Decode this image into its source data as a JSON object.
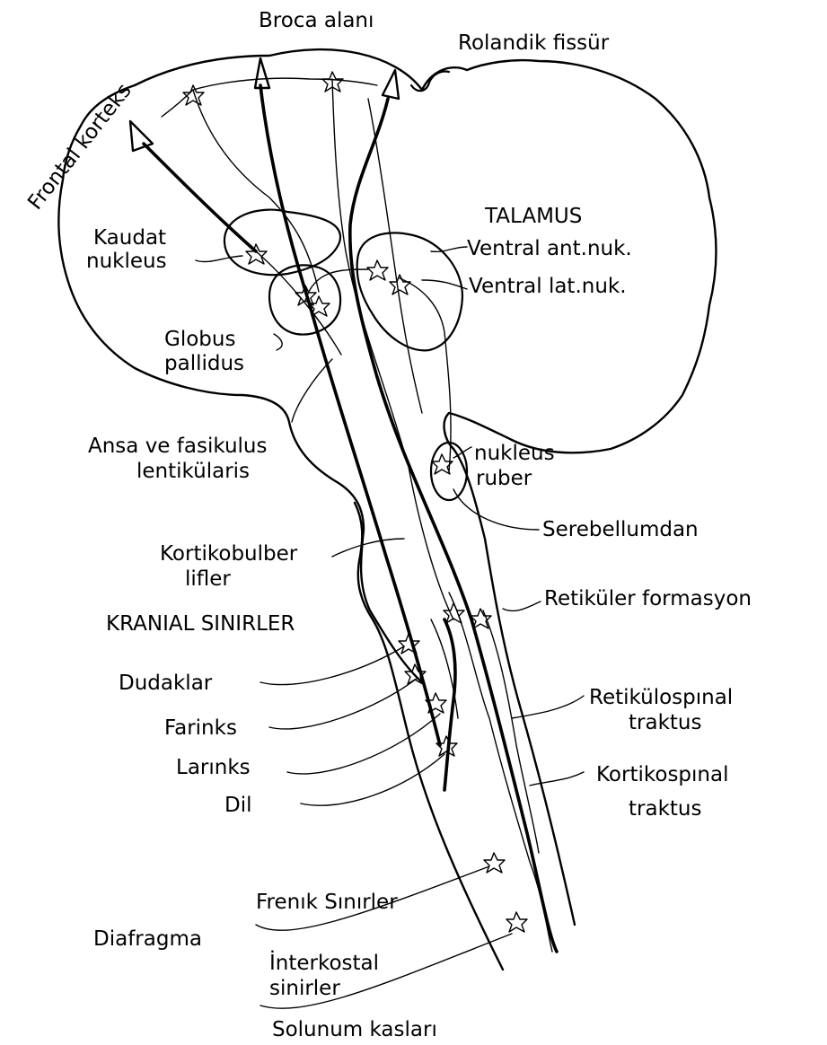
{
  "labels": {
    "broca": "Broca alanı",
    "rolandic": "Rolandik fissür",
    "frontal": "Frontal korteks",
    "talamus": "TALAMUS",
    "ventral_ant": "Ventral ant.nuk.",
    "ventral_lat": "Ventral lat.nuk.",
    "kaudat_1": "Kaudat",
    "kaudat_2": "nukleus",
    "globus_1": "Globus",
    "globus_2": "pallidus",
    "ansa_1": "Ansa ve fasikulus",
    "ansa_2": "lentikülaris",
    "ruber_1": "nukleus",
    "ruber_2": "ruber",
    "serebellum": "Serebellumdan",
    "kortikobulber_1": "Kortikobulber",
    "kortikobulber_2": "lifler",
    "retikuler": "Retiküler formasyon",
    "kranial": "KRANIAL SINIRLER",
    "dudaklar": "Dudaklar",
    "farinks": "Farinks",
    "larinks": "Larınks",
    "dil": "Dil",
    "retikulospinal_1": "Retikülospınal",
    "retikulospinal_2": "traktus",
    "kortikospinal_1": "Kortikospınal",
    "kortikospinal_2": "traktus",
    "frenik": "Frenık Sınırler",
    "diafragma": "Diafragma",
    "interkostal_1": "İnterkostal",
    "interkostal_2": "sinirler",
    "solunum": "Solunum kasları"
  }
}
